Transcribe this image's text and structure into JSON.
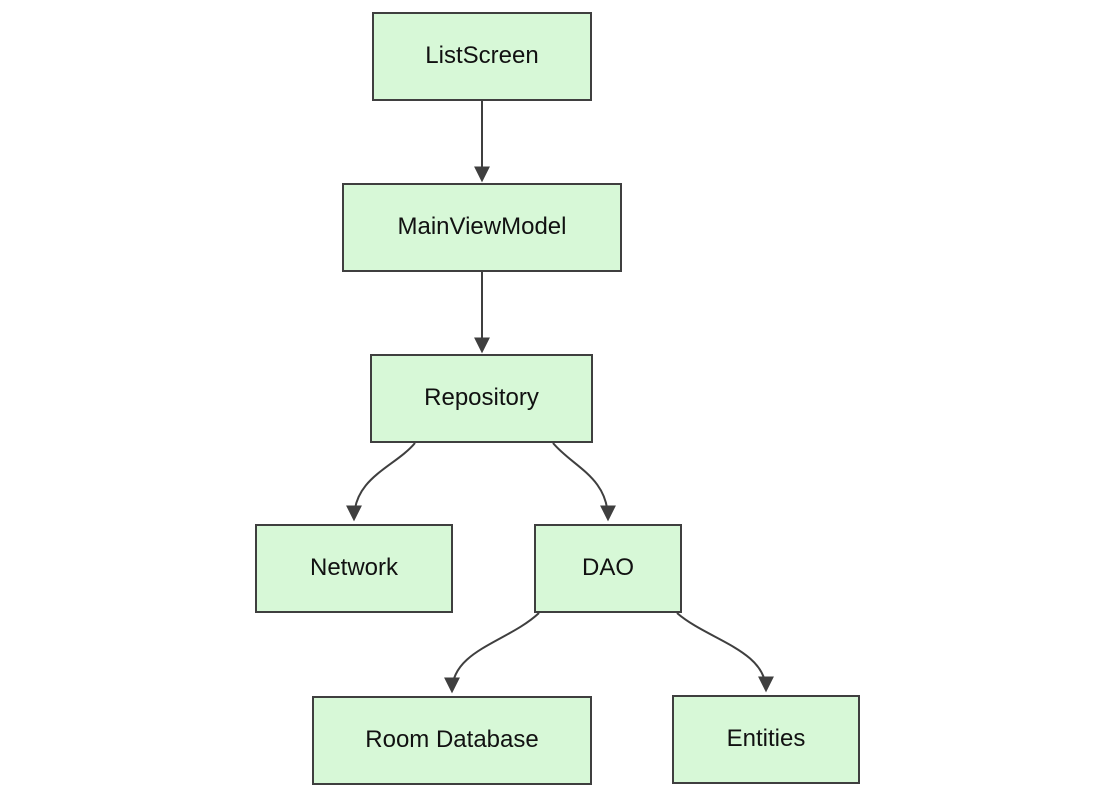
{
  "diagram": {
    "type": "flowchart",
    "direction": "top-down",
    "nodes": [
      {
        "id": "listscreen",
        "label": "ListScreen"
      },
      {
        "id": "mainviewmodel",
        "label": "MainViewModel"
      },
      {
        "id": "repository",
        "label": "Repository"
      },
      {
        "id": "network",
        "label": "Network"
      },
      {
        "id": "dao",
        "label": "DAO"
      },
      {
        "id": "room-database",
        "label": "Room Database"
      },
      {
        "id": "entities",
        "label": "Entities"
      }
    ],
    "edges": [
      {
        "from": "ListScreen",
        "to": "MainViewModel"
      },
      {
        "from": "MainViewModel",
        "to": "Repository"
      },
      {
        "from": "Repository",
        "to": "Network"
      },
      {
        "from": "Repository",
        "to": "DAO"
      },
      {
        "from": "DAO",
        "to": "Room Database"
      },
      {
        "from": "DAO",
        "to": "Entities"
      }
    ],
    "colors": {
      "background": "#ffffff",
      "node_fill": "#d7f8d7",
      "node_border": "#3f3f3f",
      "edge_line": "#3f3f3f",
      "text": "#111111"
    }
  }
}
